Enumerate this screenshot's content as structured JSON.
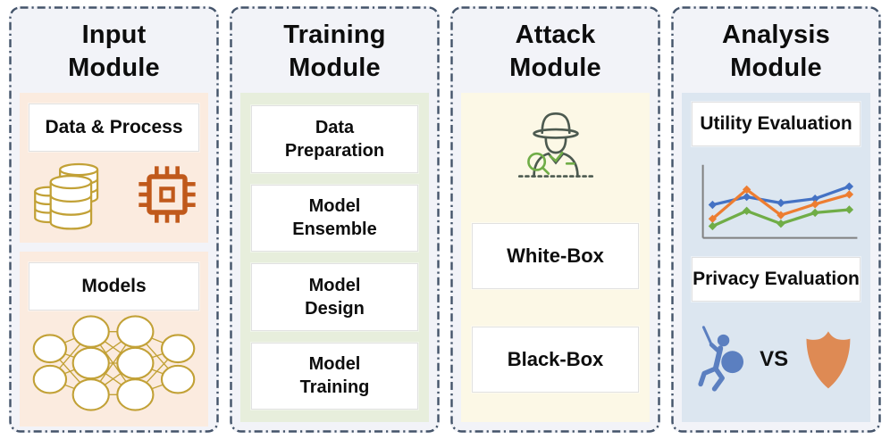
{
  "figure": {
    "modules": {
      "input": {
        "title": "Input\nModule",
        "data_process_label": "Data & Process",
        "models_label": "Models",
        "icons": [
          "database-icon",
          "chip-icon",
          "neural-network-icon"
        ]
      },
      "training": {
        "title": "Training\nModule",
        "steps": [
          {
            "label": "Data\nPreparation"
          },
          {
            "label": "Model\nEnsemble"
          },
          {
            "label": "Model\nDesign"
          },
          {
            "label": "Model\nTraining"
          }
        ]
      },
      "attack": {
        "title": "Attack\nModule",
        "icon": "spy-icon",
        "types": [
          {
            "label": "White-Box"
          },
          {
            "label": "Black-Box"
          }
        ]
      },
      "analysis": {
        "title": "Analysis\nModule",
        "utility_label": "Utility Evaluation",
        "privacy_label": "Privacy Evaluation",
        "vs_label": "VS",
        "icons": [
          "line-chart-icon",
          "attacker-icon",
          "shield-icon"
        ]
      }
    }
  },
  "colors": {
    "border": "#44546A",
    "column_bg": "#F2F3F8",
    "input_panel_bg": "#FBEBDF",
    "training_panel_bg": "#E7EEDC",
    "attack_panel_bg": "#FCF8E6",
    "analysis_panel_bg": "#DCE6F0",
    "gold": "#C2A136",
    "chip_orange": "#C0591B",
    "spy_dark": "#4C5A50",
    "spy_green": "#70AD47",
    "chart_blue": "#4472C4",
    "chart_orange": "#ED7D31",
    "chart_green": "#70AD47",
    "chart_axis": "#7F7F7F",
    "attacker_blue": "#5B7FC0",
    "shield_orange": "#DE8A54"
  },
  "chart_data": {
    "type": "line",
    "title": "",
    "xlabel": "",
    "ylabel": "",
    "x": [
      0,
      1,
      2,
      3,
      4
    ],
    "ylim": [
      0,
      100
    ],
    "grid": false,
    "legend": "none",
    "series": [
      {
        "name": "blue-series",
        "color_key": "chart_blue",
        "values": [
          45,
          58,
          48,
          55,
          75
        ]
      },
      {
        "name": "orange-series",
        "color_key": "chart_orange",
        "values": [
          22,
          70,
          28,
          46,
          62
        ]
      },
      {
        "name": "green-series",
        "color_key": "chart_green",
        "values": [
          10,
          35,
          14,
          32,
          37
        ]
      }
    ]
  }
}
